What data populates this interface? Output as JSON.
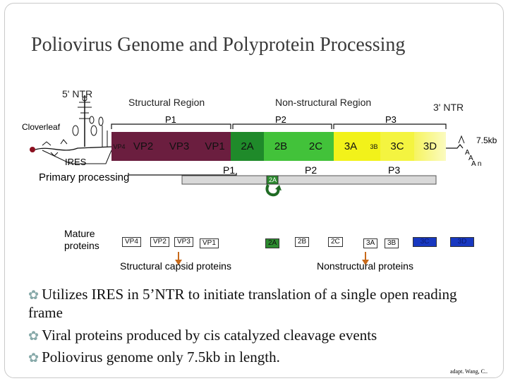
{
  "title": "Poliovirus Genome and Polyprotein Processing",
  "labels": {
    "five_ntr": "5' NTR",
    "three_ntr": "3' NTR",
    "structural_region": "Structural Region",
    "nonstructural_region": "Non-structural Region",
    "cloverleaf": "Cloverleaf",
    "ires": "IRES",
    "primary_processing": "Primary processing",
    "mature_proteins": "Mature proteins",
    "size": "7.5kb",
    "polya": [
      "A",
      "A",
      "A n"
    ],
    "p1_top": "P1",
    "p2_top": "P2",
    "p3_top": "P3",
    "p1_mid": "P1",
    "p2_mid": "P2",
    "p3_mid": "P3",
    "twoA_mid": "2A",
    "structural_capsid": "Structural capsid proteins",
    "nonstructural_proteins": "Nonstructural proteins"
  },
  "genome_segments": [
    "VP4",
    "VP2",
    "VP3",
    "VP1",
    "2A",
    "2B",
    "2C",
    "3A",
    "3B",
    "3C",
    "3D"
  ],
  "mature_proteins": [
    "VP4",
    "VP2",
    "VP3",
    "VP1",
    "2A",
    "2B",
    "2C",
    "3A",
    "3B",
    "3C",
    "3D"
  ],
  "bullets": [
    "Utilizes IRES in 5’NTR to initiate translation of a single open reading frame",
    "Viral proteins produced by cis catalyzed cleavage events",
    "Poliovirus genome only 7.5kb in length."
  ],
  "credit": "adapt. Wang, C..",
  "colors": {
    "structural": "#6b1e3f",
    "twoA": "#1f8a2a",
    "twoBC": "#42c23a",
    "three": "#f2f21a",
    "three_end": "#fbfbc0"
  }
}
